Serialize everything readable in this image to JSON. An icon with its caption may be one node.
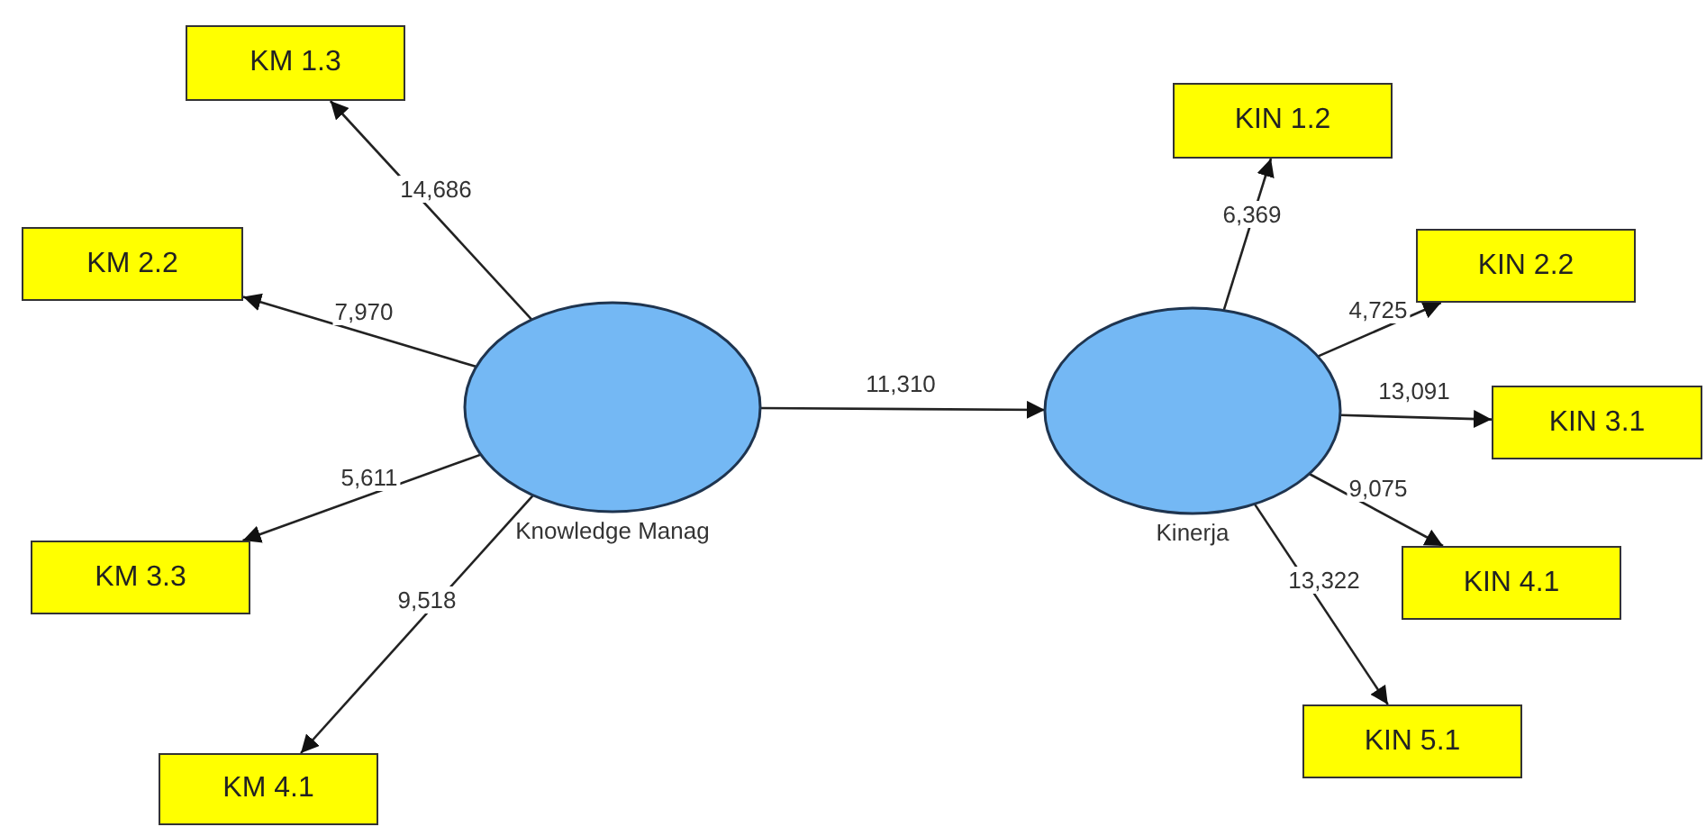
{
  "diagram": {
    "nodes": [
      {
        "text": [
          "Knowledge Manag"
        ]
      },
      {
        "text": [
          "KM 1.3"
        ]
      },
      {
        "text": [
          "KM 2.2"
        ]
      },
      {
        "text": [
          "KM 3.3"
        ]
      },
      {
        "text": [
          "KM 4.1"
        ]
      },
      {
        "text": [
          "Kinerja"
        ]
      },
      {
        "text": [
          "KIN 1.2"
        ]
      },
      {
        "text": [
          "KIN 2.2"
        ]
      },
      {
        "text": [
          "KIN 3.1"
        ]
      },
      {
        "text": [
          "KIN 4.1"
        ]
      },
      {
        "text": [
          "KIN 5.1"
        ]
      }
    ],
    "edges": [
      {
        "from": 0,
        "to": 1,
        "arrow": "to",
        "label": "14,686"
      },
      {
        "from": 0,
        "to": 2,
        "arrow": "to",
        "label": "7,970"
      },
      {
        "from": 0,
        "to": 3,
        "arrow": "to",
        "label": "5,611"
      },
      {
        "from": 0,
        "to": 4,
        "arrow": "to",
        "label": "9,518"
      },
      {
        "from": 0,
        "to": 5,
        "arrow": "to",
        "label": "11,310"
      },
      {
        "from": 5,
        "to": 6,
        "arrow": "to",
        "label": "6,369"
      },
      {
        "from": 5,
        "to": 7,
        "arrow": "to",
        "label": "4,725"
      },
      {
        "from": 5,
        "to": 8,
        "arrow": "to",
        "label": "13,091"
      },
      {
        "from": 5,
        "to": 9,
        "arrow": "to",
        "label": "9,075"
      },
      {
        "from": 5,
        "to": 10,
        "arrow": "to",
        "label": "13,322"
      }
    ]
  }
}
